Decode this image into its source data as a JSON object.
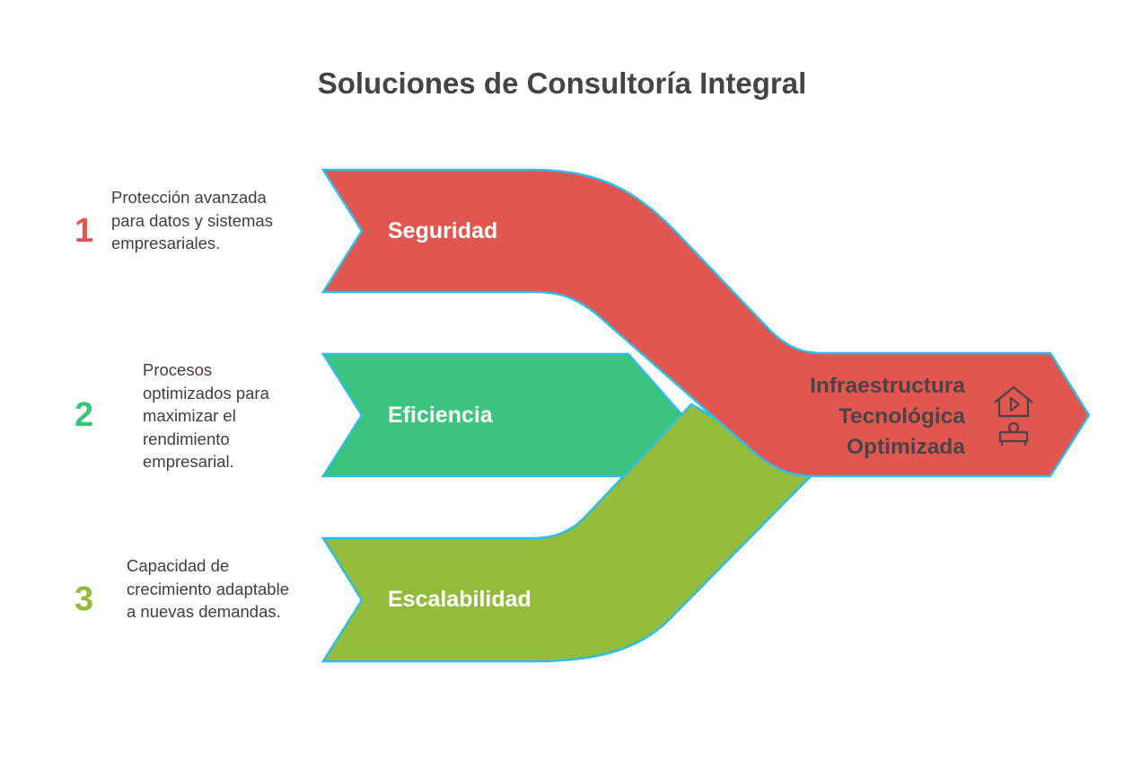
{
  "title": "Soluciones de Consultoría Integral",
  "items": [
    {
      "number": "1",
      "label": "Seguridad",
      "description": "Protección avanzada para datos y sistemas empresariales.",
      "color": "#e25651"
    },
    {
      "number": "2",
      "label": "Eficiencia",
      "description": "Procesos optimizados para maximizar el rendimiento empresarial.",
      "color": "#3cc47f"
    },
    {
      "number": "3",
      "label": "Escalabilidad",
      "description": "Capacidad de crecimiento adaptable a nuevas demandas.",
      "color": "#93bb3c"
    }
  ],
  "outcome": {
    "line1": "Infraestructura",
    "line2": "Tecnológica",
    "line3": "Optimizada",
    "icon": "home-theater-icon"
  },
  "outline_color": "#2fbde8"
}
